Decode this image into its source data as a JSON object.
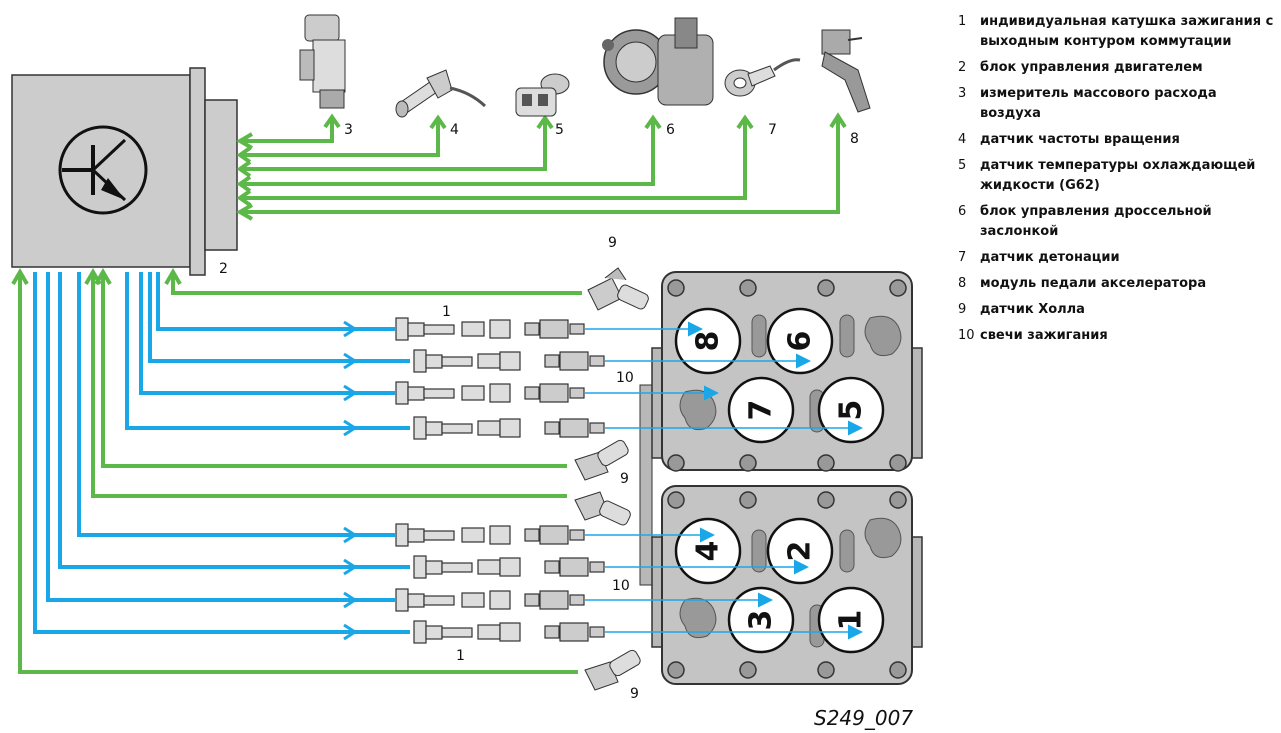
{
  "figure_id": "S249_007",
  "legend": [
    {
      "num": "1",
      "text": "индивидуальная катушка зажигания с выходным контуром коммутации"
    },
    {
      "num": "2",
      "text": "блок управления двигателем"
    },
    {
      "num": "3",
      "text": "измеритель массового расхода воздуха"
    },
    {
      "num": "4",
      "text": "датчик частоты вращения"
    },
    {
      "num": "5",
      "text": "датчик температуры охлаждающей жидкости (G62)"
    },
    {
      "num": "6",
      "text": "блок управления дроссельной заслонкой"
    },
    {
      "num": "7",
      "text": "датчик детонации"
    },
    {
      "num": "8",
      "text": "модуль педали акселератора"
    },
    {
      "num": "9",
      "text": "датчик Холла"
    },
    {
      "num": "10",
      "text": "свечи зажигания"
    }
  ],
  "callouts": {
    "c1_top": "1",
    "c1_bottom": "1",
    "c2": "2",
    "c3": "3",
    "c4": "4",
    "c5": "5",
    "c6": "6",
    "c7": "7",
    "c8": "8",
    "c9_top": "9",
    "c9_mid": "9",
    "c9_bottom": "9",
    "c10_top": "10",
    "c10_bottom": "10"
  },
  "cylinders": [
    "8",
    "6",
    "7",
    "5",
    "4",
    "2",
    "3",
    "1"
  ],
  "colors": {
    "signal_in": "#5cb848",
    "signal_out": "#1aa7e8",
    "ecu_body": "#cccccc",
    "engine_head": "#b8b8b8"
  }
}
